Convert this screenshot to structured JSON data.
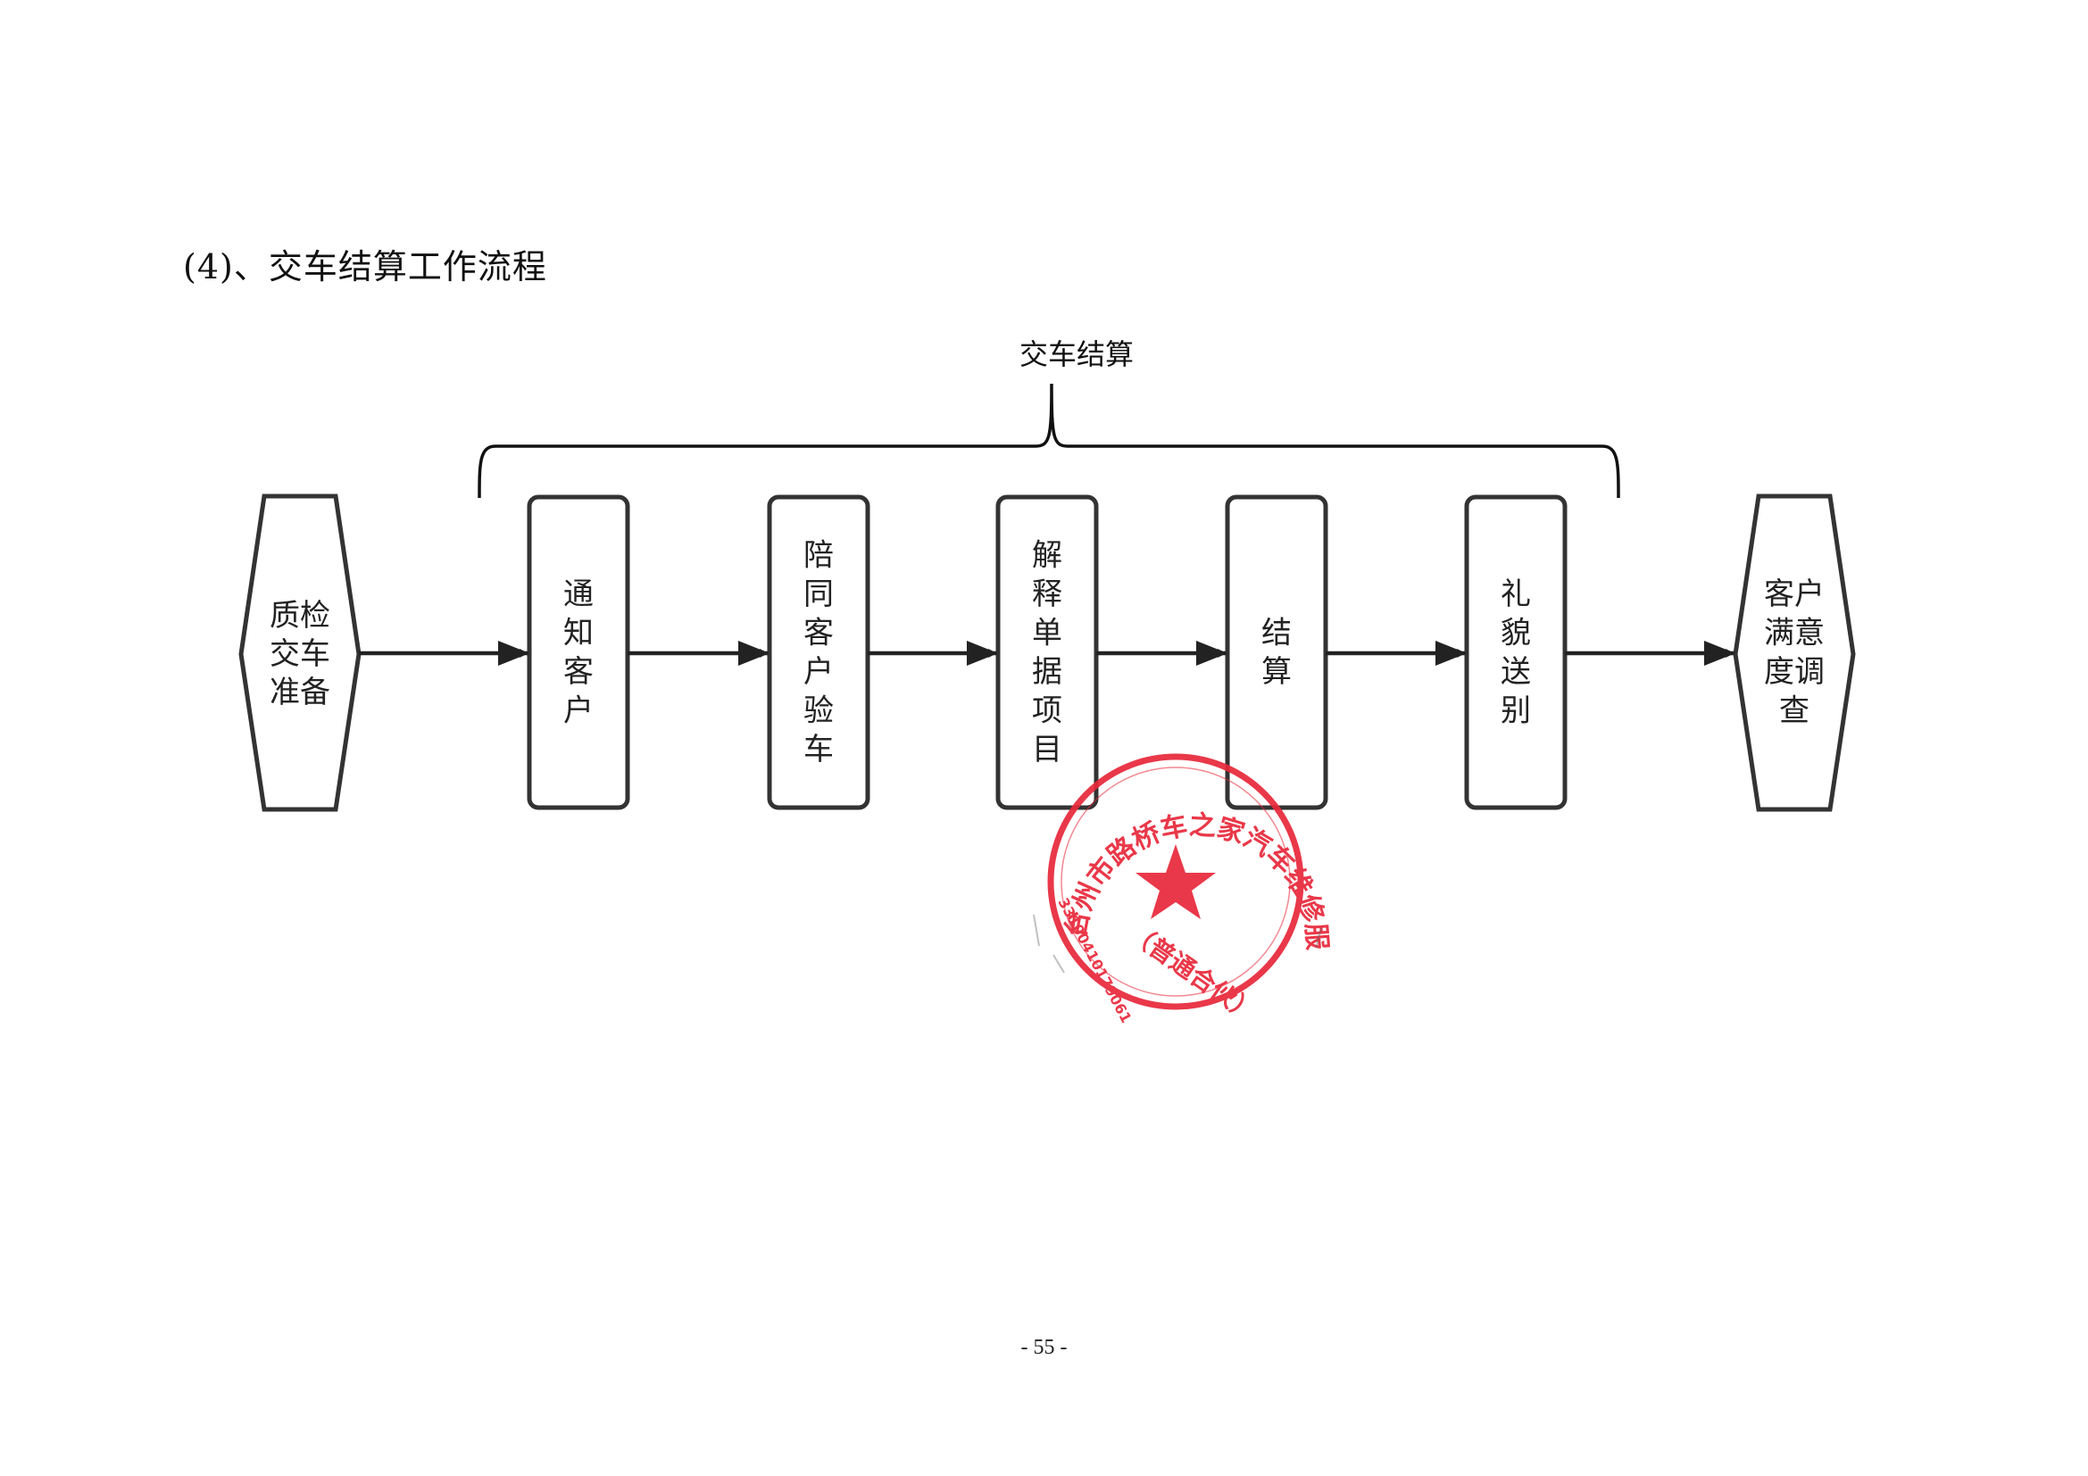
{
  "heading": "(4)、交车结算工作流程",
  "brace_label": "交车结算",
  "nodes": {
    "start": "质检交车准备",
    "notify": "通知客户",
    "accompany": "陪同客户验车",
    "explain": "解释单据项目",
    "settle": "结算",
    "farewell": "礼貌送别",
    "survey": "客户满意度调查"
  },
  "stamp": {
    "name": "台州市路桥车之家汽车维修服务中心",
    "type": "（普通合伙）",
    "number": "33100410179061"
  },
  "page_number": "- 55 -",
  "colors": {
    "ink": "#222222",
    "stamp_red": "#e8283a"
  }
}
